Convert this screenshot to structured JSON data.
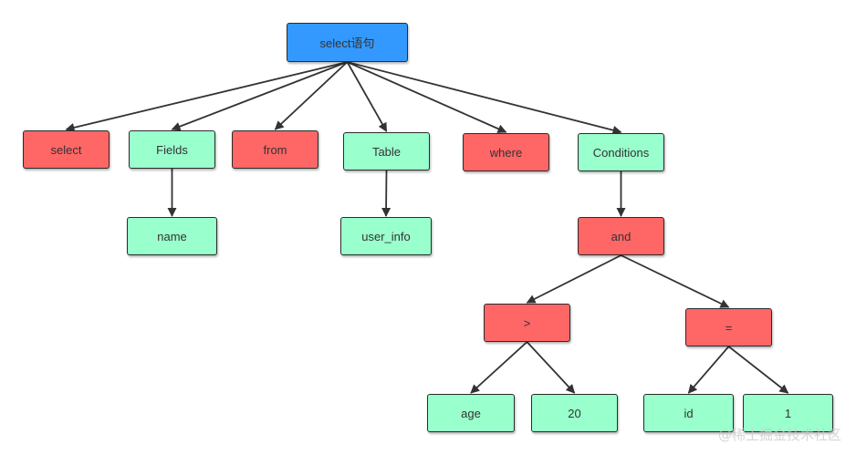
{
  "colors": {
    "root": "#3399ff",
    "keyword": "#ff6666",
    "value": "#99ffcc",
    "edge": "#333333"
  },
  "nodes": {
    "root": "select语句",
    "select": "select",
    "fields": "Fields",
    "from": "from",
    "table": "Table",
    "where": "where",
    "conditions": "Conditions",
    "name": "name",
    "user_info": "user_info",
    "and": "and",
    "gt": ">",
    "eq": "=",
    "age": "age",
    "twenty": "20",
    "id": "id",
    "one": "1"
  },
  "edges": [
    [
      "root",
      "select"
    ],
    [
      "root",
      "fields"
    ],
    [
      "root",
      "from"
    ],
    [
      "root",
      "table"
    ],
    [
      "root",
      "where"
    ],
    [
      "root",
      "conditions"
    ],
    [
      "fields",
      "name"
    ],
    [
      "table",
      "user_info"
    ],
    [
      "conditions",
      "and"
    ],
    [
      "and",
      "gt"
    ],
    [
      "and",
      "eq"
    ],
    [
      "gt",
      "age"
    ],
    [
      "gt",
      "twenty"
    ],
    [
      "eq",
      "id"
    ],
    [
      "eq",
      "one"
    ]
  ],
  "watermark": "@稀土掘金技术社区"
}
